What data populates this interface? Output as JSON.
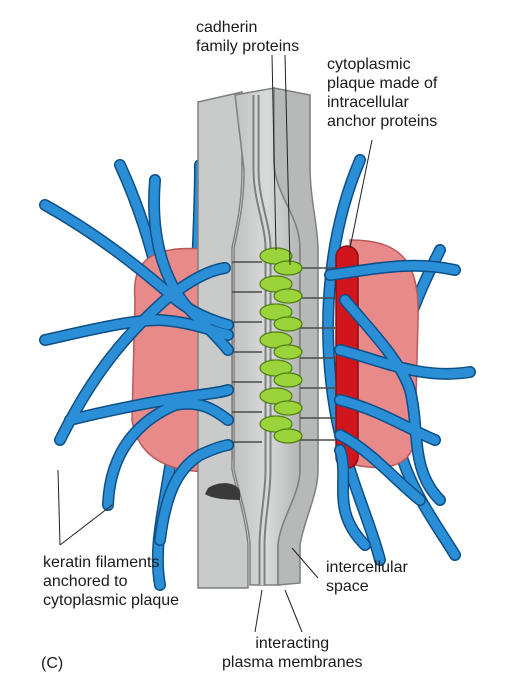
{
  "diagram": {
    "panel_letter": "(C)",
    "labels": {
      "cadherin": "cadherin\nfamily proteins",
      "plaque": "cytoplasmic\nplaque made of\nintracellular\nanchor proteins",
      "keratin": "keratin filaments\nanchored to\ncytoplasmic plaque",
      "intercellular": "intercellular\nspace",
      "membranes": "interacting\nplasma membranes"
    },
    "colors": {
      "filament": "#2a8fd6",
      "filament_edge": "#0d4f86",
      "plaque_face": "#e88a8a",
      "plaque_edge": "#d0161c",
      "membrane": "#c9cbcb",
      "membrane_dark": "#7d807f",
      "cadherin": "#9ad43a",
      "cadherin_edge": "#4f7d14"
    }
  }
}
